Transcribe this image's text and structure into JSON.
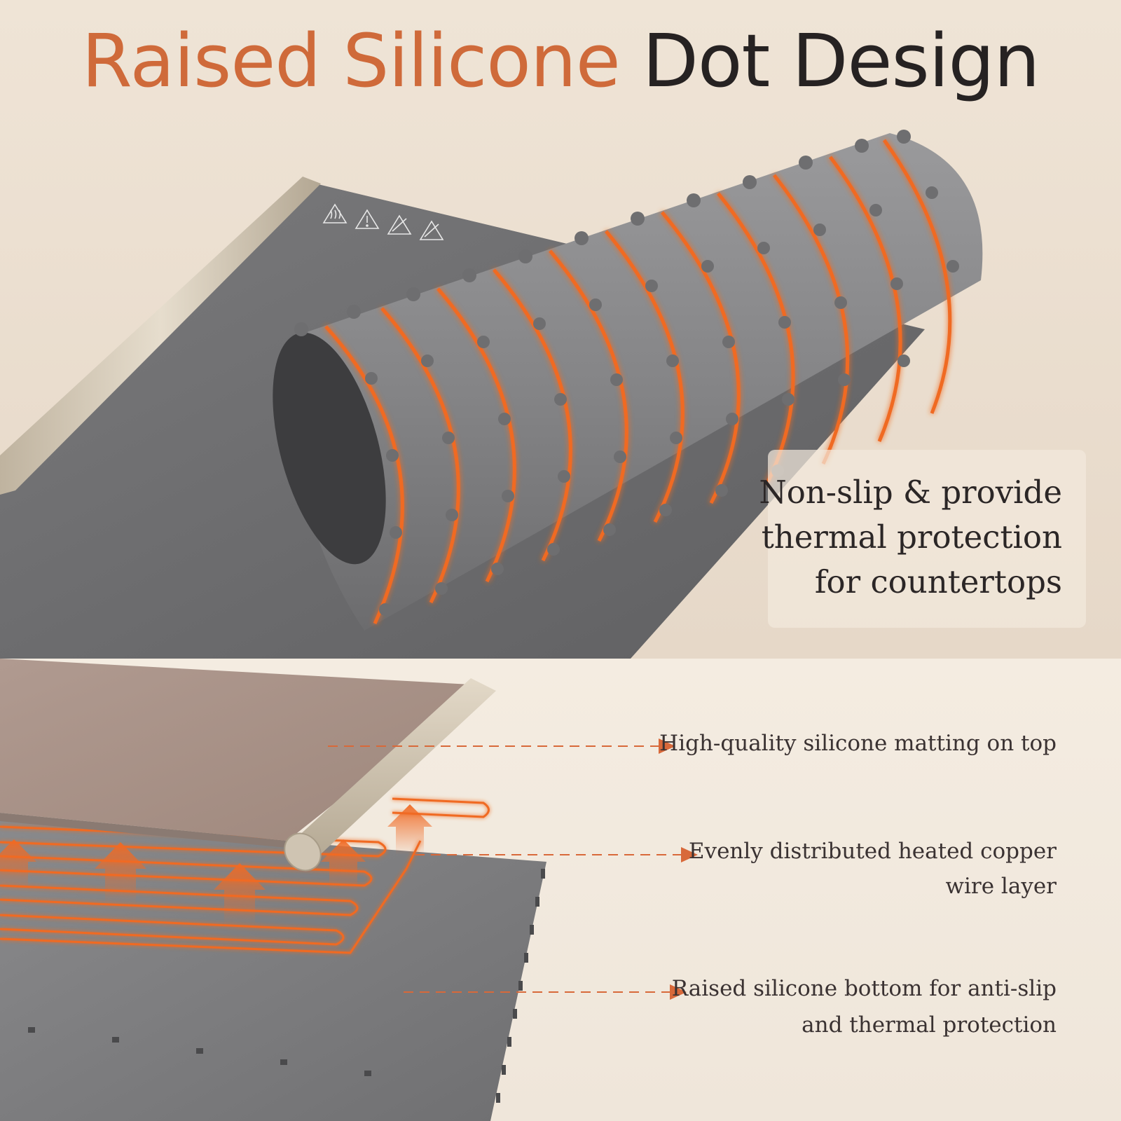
{
  "headline": {
    "accent_text": "Raised Silicone",
    "dark_text": "Dot Design",
    "accent_color": "#cf6a3a",
    "dark_color": "#262222"
  },
  "info_card": {
    "lines": [
      "Non-slip & provide",
      "thermal protection",
      "for countertops"
    ]
  },
  "callouts": [
    {
      "lines": [
        "High-quality silicone matting on top"
      ]
    },
    {
      "lines": [
        "Evenly distributed heated copper",
        "wire layer"
      ]
    },
    {
      "lines": [
        "Raised silicone bottom for anti-slip",
        "and thermal protection"
      ]
    }
  ],
  "colors": {
    "mat_gray": "#6a6a6c",
    "mat_light": "#8f8f91",
    "heating_wire": "#f06a24",
    "rod": "#d8cdbb",
    "top_layer": "#a89085"
  },
  "icons": [
    "hot-surface-icon",
    "caution-icon",
    "do-not-touch-icon",
    "do-not-rinse-icon"
  ]
}
